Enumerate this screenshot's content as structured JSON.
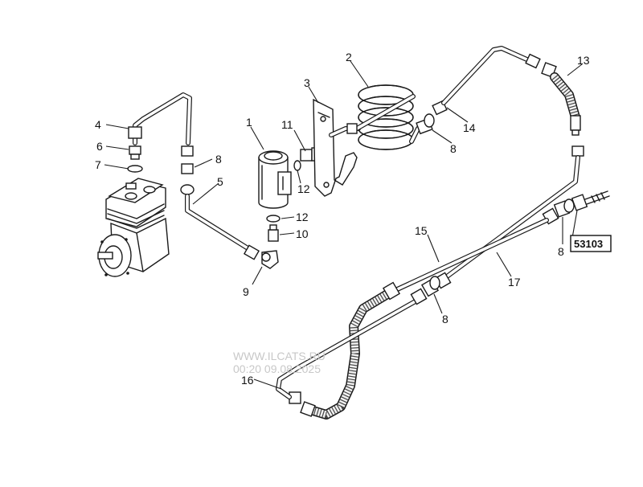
{
  "diagram": {
    "callouts": {
      "c1": "1",
      "c2": "2",
      "c3": "3",
      "c4": "4",
      "c5": "5",
      "c6": "6",
      "c7": "7",
      "c8a": "8",
      "c8b": "8",
      "c8c": "8",
      "c8d": "8",
      "c9": "9",
      "c10": "10",
      "c11": "11",
      "c12a": "12",
      "c12b": "12",
      "c13": "13",
      "c14": "14",
      "c15": "15",
      "c16": "16",
      "c17": "17"
    },
    "reference_box": "53103",
    "watermark": {
      "line1": "WWW.ILCATS.RU",
      "line2": "00:20 09.08.2025"
    }
  }
}
